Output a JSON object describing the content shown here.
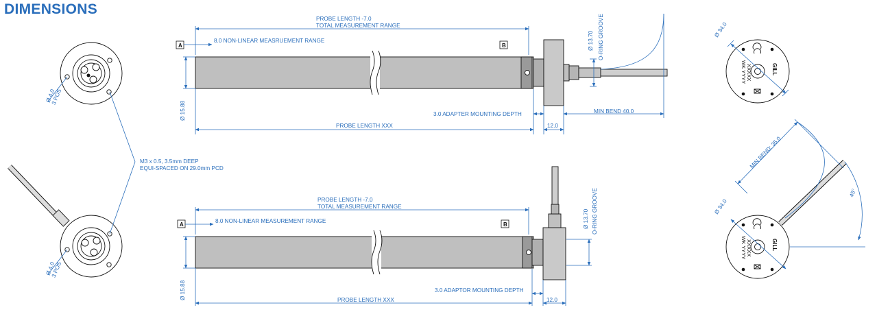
{
  "page": {
    "title": "DIMENSIONS"
  },
  "colors": {
    "title": "#2a6ebb",
    "dimension": "#2a6ebb",
    "outline": "#111111",
    "probe_fill": "#bfbfbf",
    "flange_fill": "#c9c9c9",
    "cable": "#cfcfcf"
  },
  "callouts": {
    "hole_diameter": "Ø 4.0",
    "hole_count": "3 POS",
    "thread_note_1": "M3 x 0.5, 3.5mm DEEP",
    "thread_note_2": "EQUI-SPACED ON 29.0mm PCD",
    "body_diameter": "Ø 34.0",
    "min_bend_angled": "MIN BEND: 35.0",
    "angle": "45°"
  },
  "top_view": {
    "probe_length_1": "PROBE LENGTH -7.0",
    "probe_length_2": "TOTAL MEASUREMENT RANGE",
    "nonlinear": "8.0 NON-LINEAR MEASRUEMENT RANGE",
    "datum_a": "A",
    "datum_b": "B",
    "oring_dia": "Ø 13.70",
    "oring": "O-RING GROOVE",
    "probe_dia": "Ø 15.88",
    "adapter_depth": "3.0 ADAPTER MOUNTING DEPTH",
    "flange_width": "12.0",
    "min_bend": "MIN BEND 40.0",
    "probe_length_xxx": "PROBE LENGTH XXX"
  },
  "bottom_view": {
    "probe_length_1": "PROBE LENGTH -7.0",
    "probe_length_2": "TOTAL MEASUREMENT RANGE",
    "nonlinear": "8.0 NON-LINEAR MEASUREMENT RANGE",
    "datum_a": "A",
    "datum_b": "B",
    "oring_dia": "Ø 13.70",
    "oring": "O-RING GROOVE",
    "probe_dia": "Ø 15.88",
    "adaptor_depth": "3.0 ADAPTOR MOUNTING DEPTH",
    "flange_width": "12.0",
    "probe_length_xxx": "PROBE LENGTH XXX"
  },
  "end_view_labels": {
    "logo": "GILL",
    "serial": "XXXXX",
    "date": "WK YYYY"
  }
}
